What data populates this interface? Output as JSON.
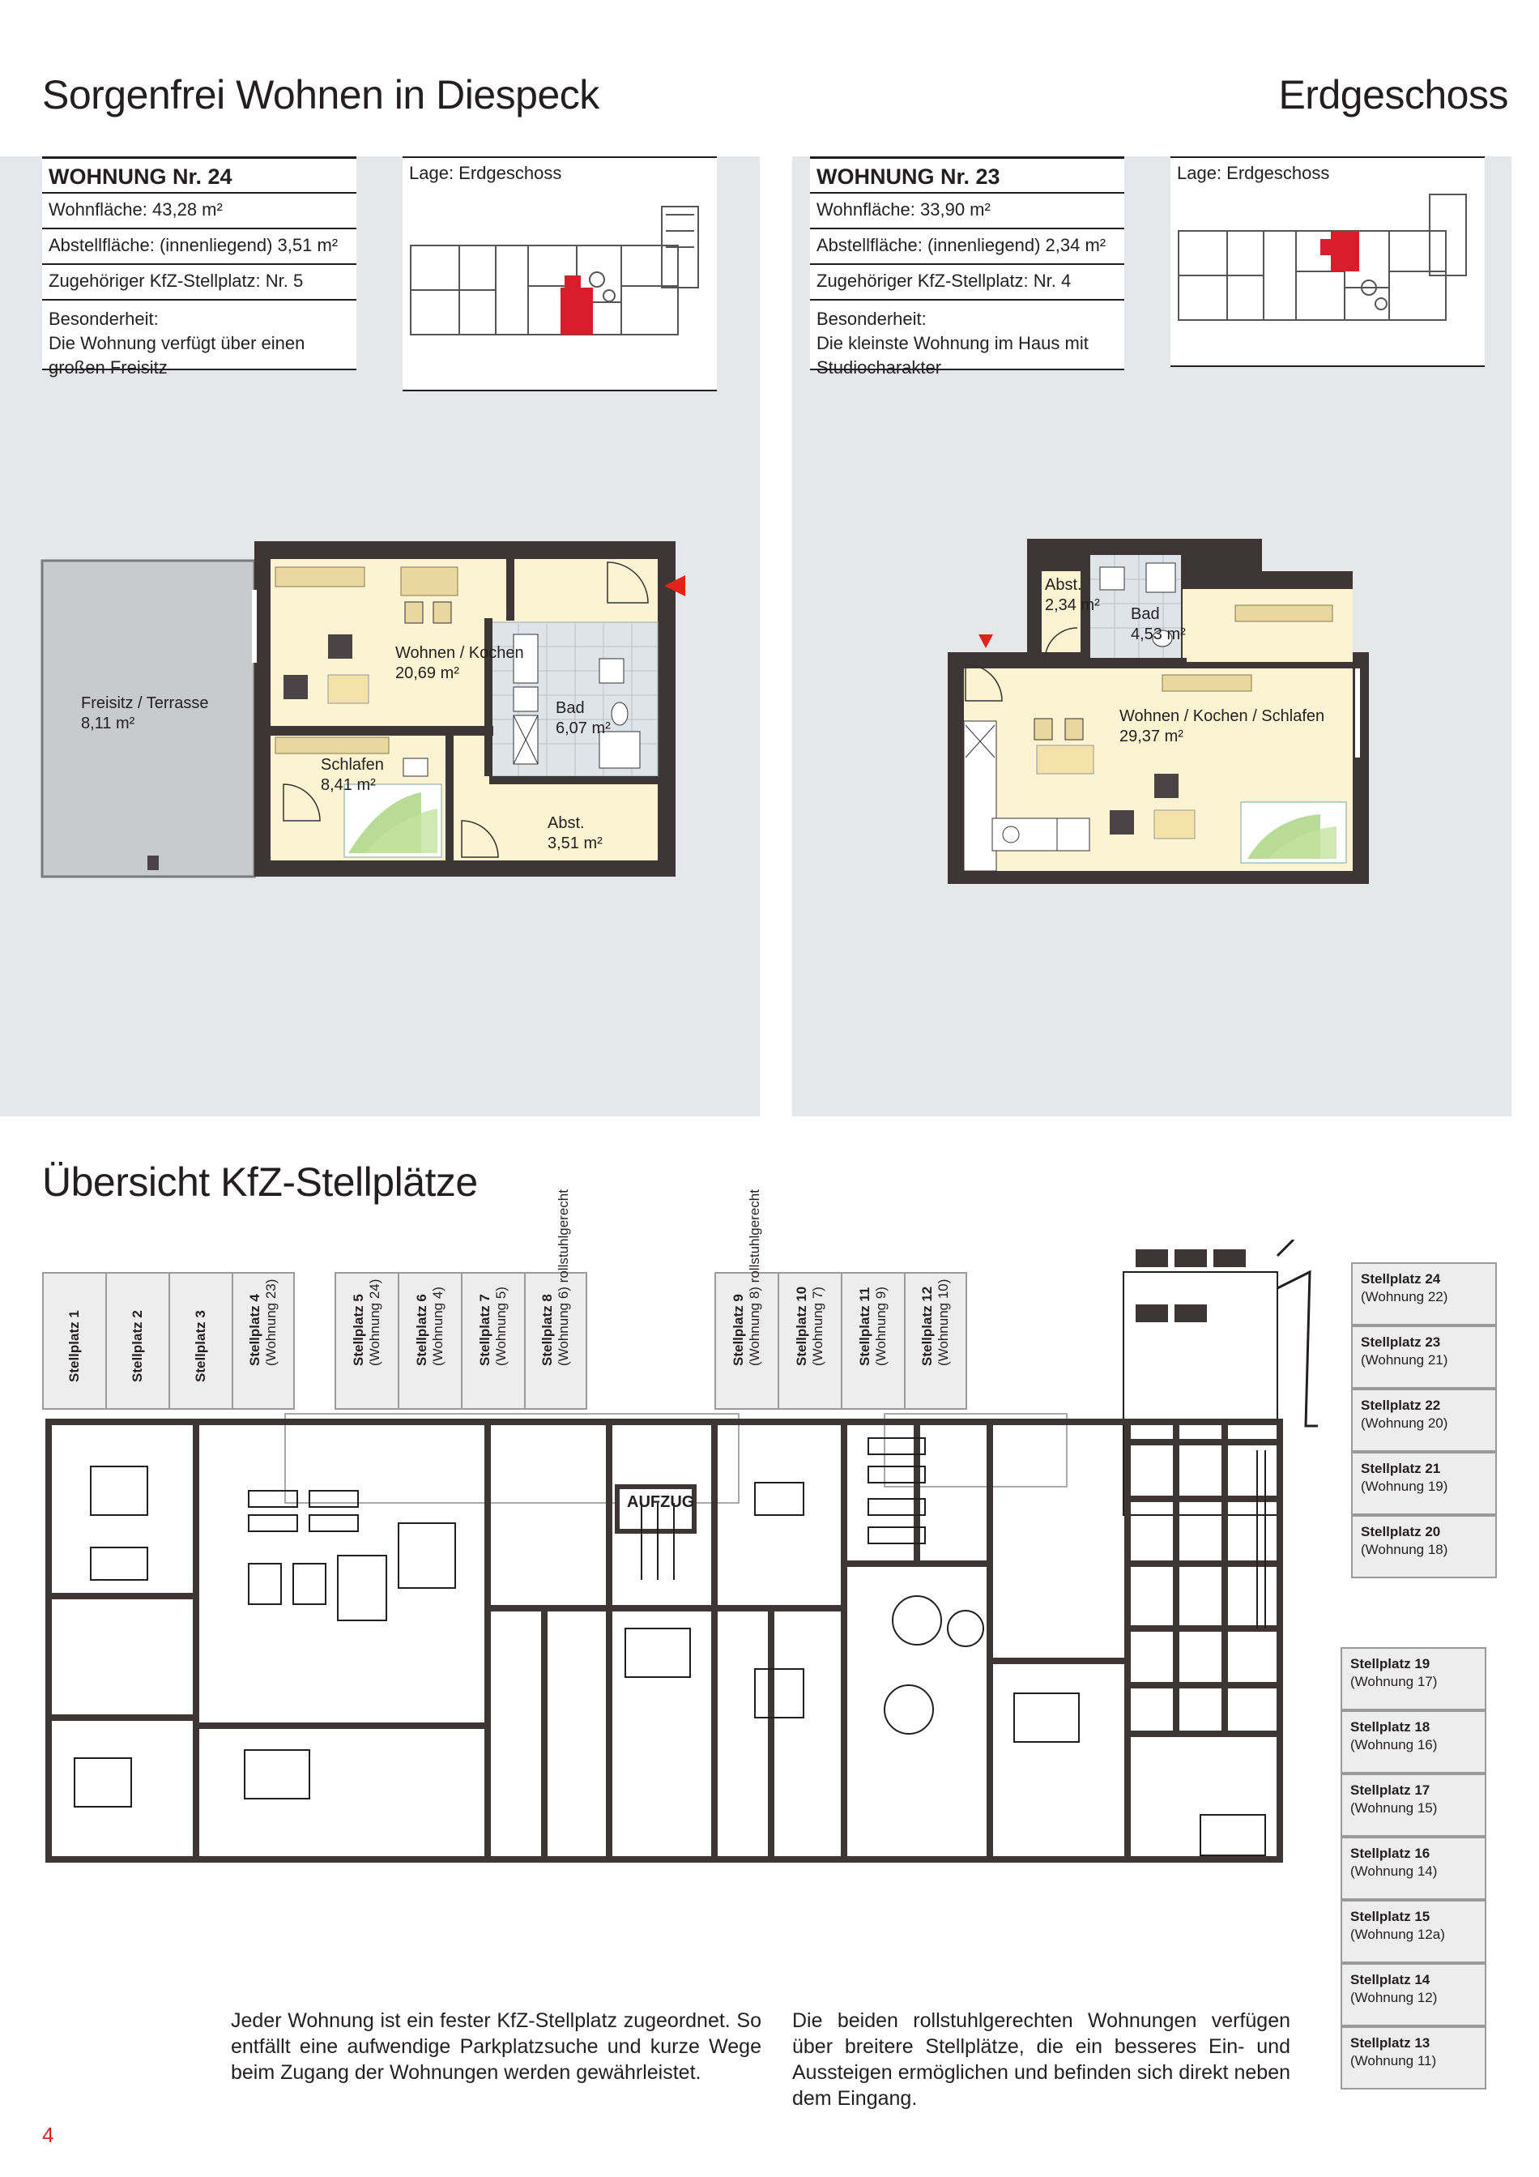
{
  "header": {
    "title": "Sorgenfrei Wohnen in Diespeck",
    "floor": "Erdgeschoss"
  },
  "units": [
    {
      "title": "WOHNUNG Nr. 24",
      "wohnflaeche": "Wohnfläche: 43,28 m²",
      "abstell": "Abstellfläche: (innenliegend) 3,51 m²",
      "stellplatz": "Zugehöriger KfZ-Stellplatz: Nr. 5",
      "besonder_label": "Besonderheit:",
      "besonder_text": "Die Wohnung verfügt über einen großen Freisitz",
      "lage": "Lage: Erdgeschoss",
      "rooms": [
        {
          "name": "Freisitz / Terrasse",
          "area": "8,11 m²"
        },
        {
          "name": "Wohnen / Kochen",
          "area": "20,69 m²"
        },
        {
          "name": "Bad",
          "area": "6,07 m²"
        },
        {
          "name": "Schlafen",
          "area": "8,41 m²"
        },
        {
          "name": "Abst.",
          "area": "3,51 m²"
        }
      ]
    },
    {
      "title": "WOHNUNG Nr. 23",
      "wohnflaeche": "Wohnfläche: 33,90 m²",
      "abstell": "Abstellfläche: (innenliegend) 2,34 m²",
      "stellplatz": "Zugehöriger KfZ-Stellplatz: Nr. 4",
      "besonder_label": "Besonderheit:",
      "besonder_text": "Die kleinste Wohnung im Haus mit Studiocharakter",
      "lage": "Lage: Erdgeschoss",
      "rooms": [
        {
          "name": "Abst.",
          "area": "2,34 m²"
        },
        {
          "name": "Bad",
          "area": "4,53 m²"
        },
        {
          "name": "Wohnen / Kochen / Schlafen",
          "area": "29,37 m²"
        }
      ]
    }
  ],
  "overview": {
    "title": "Übersicht KfZ-Stellplätze",
    "aufzug": "AUFZUG",
    "top_left": [
      {
        "name": "Stellplatz 1",
        "sub": ""
      },
      {
        "name": "Stellplatz 2",
        "sub": ""
      },
      {
        "name": "Stellplatz 3",
        "sub": ""
      },
      {
        "name": "Stellplatz 4",
        "sub": "(Wohnung 23)"
      }
    ],
    "top_mid": [
      {
        "name": "Stellplatz 5",
        "sub": "(Wohnung 24)"
      },
      {
        "name": "Stellplatz 6",
        "sub": "(Wohnung 4)"
      },
      {
        "name": "Stellplatz 7",
        "sub": "(Wohnung 5)"
      },
      {
        "name": "Stellplatz 8",
        "sub": "(Wohnung 6) rollstuhlgerecht"
      }
    ],
    "top_right": [
      {
        "name": "Stellplatz 9",
        "sub": "(Wohnung 8) rollstuhlgerecht"
      },
      {
        "name": "Stellplatz 10",
        "sub": "(Wohnung 7)"
      },
      {
        "name": "Stellplatz 11",
        "sub": "(Wohnung 9)"
      },
      {
        "name": "Stellplatz 12",
        "sub": "(Wohnung 10)"
      }
    ],
    "right_upper": [
      {
        "name": "Stellplatz 24",
        "sub": "(Wohnung 22)"
      },
      {
        "name": "Stellplatz 23",
        "sub": "(Wohnung 21)"
      },
      {
        "name": "Stellplatz 22",
        "sub": "(Wohnung 20)"
      },
      {
        "name": "Stellplatz 21",
        "sub": "(Wohnung 19)"
      },
      {
        "name": "Stellplatz 20",
        "sub": "(Wohnung 18)"
      }
    ],
    "right_lower": [
      {
        "name": "Stellplatz 19",
        "sub": "(Wohnung 17)"
      },
      {
        "name": "Stellplatz 18",
        "sub": "(Wohnung 16)"
      },
      {
        "name": "Stellplatz 17",
        "sub": "(Wohnung 15)"
      },
      {
        "name": "Stellplatz 16",
        "sub": "(Wohnung 14)"
      },
      {
        "name": "Stellplatz 15",
        "sub": "(Wohnung 12a)"
      },
      {
        "name": "Stellplatz 14",
        "sub": "(Wohnung 12)"
      },
      {
        "name": "Stellplatz 13",
        "sub": "(Wohnung 11)"
      }
    ]
  },
  "text": {
    "left": "Jeder Wohnung ist ein fester KfZ-Stellplatz zugeordnet. So entfällt eine aufwendige Parkplatzsuche und kurze Wege beim Zugang der Wohnungen werden gewährleistet.",
    "right": "Die beiden rollstuhlgerechten Wohnungen verfügen über breitere Stellplätze, die ein besseres Ein- und Aussteigen ermöglichen und befinden sich direkt neben dem Eingang."
  },
  "page_number": "4",
  "colors": {
    "accent": "#e3221b",
    "panel": "#e6e7e8",
    "wall": "#3d3536",
    "room": "#fbf3d2"
  }
}
